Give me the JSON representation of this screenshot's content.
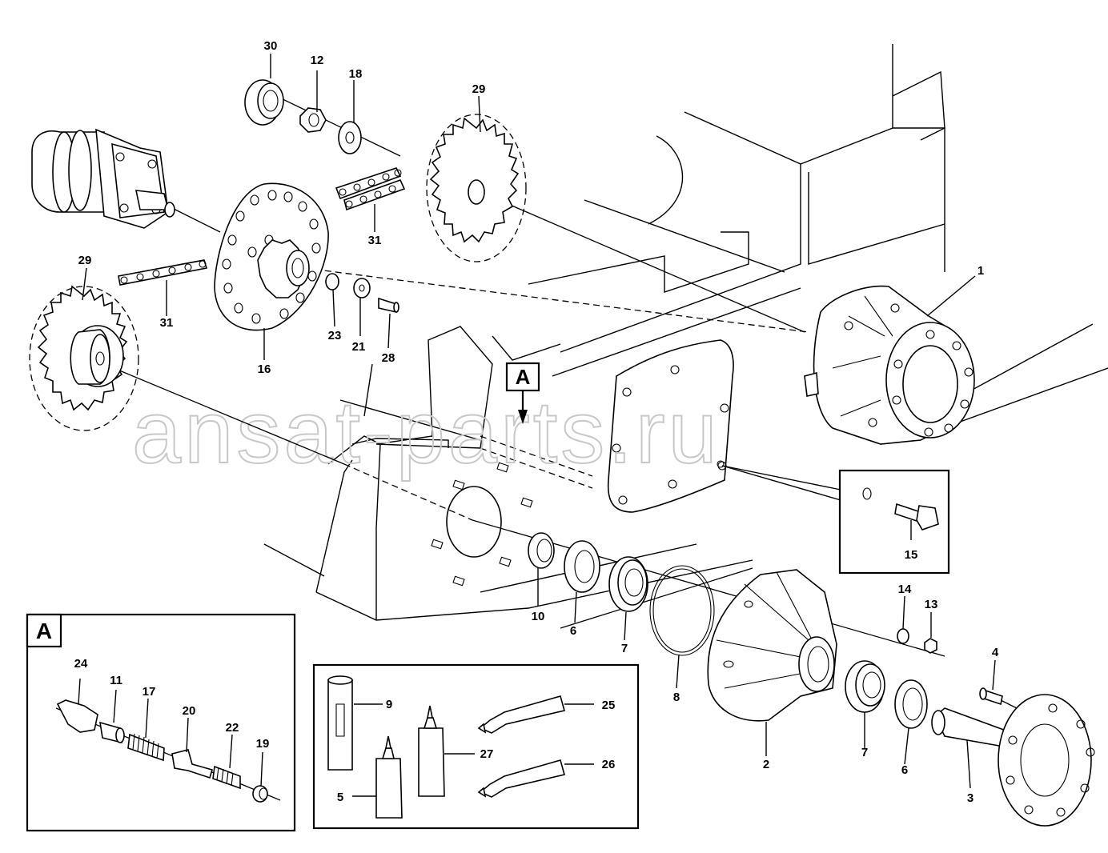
{
  "watermark": "ansat-parts.ru",
  "detail_marker": "A",
  "inset_label": "A",
  "callouts": {
    "c1": "1",
    "c2": "2",
    "c3": "3",
    "c4": "4",
    "c5": "5",
    "c6a": "6",
    "c6b": "6",
    "c7a": "7",
    "c7b": "7",
    "c8": "8",
    "c9": "9",
    "c10": "10",
    "c11": "11",
    "c12": "12",
    "c13": "13",
    "c14": "14",
    "c15": "15",
    "c16": "16",
    "c17": "17",
    "c18": "18",
    "c19": "19",
    "c20": "20",
    "c21": "21",
    "c22": "22",
    "c23": "23",
    "c24": "24",
    "c25": "25",
    "c26": "26",
    "c27": "27",
    "c28": "28",
    "c29a": "29",
    "c29b": "29",
    "c30": "30",
    "c31a": "31",
    "c31b": "31"
  }
}
